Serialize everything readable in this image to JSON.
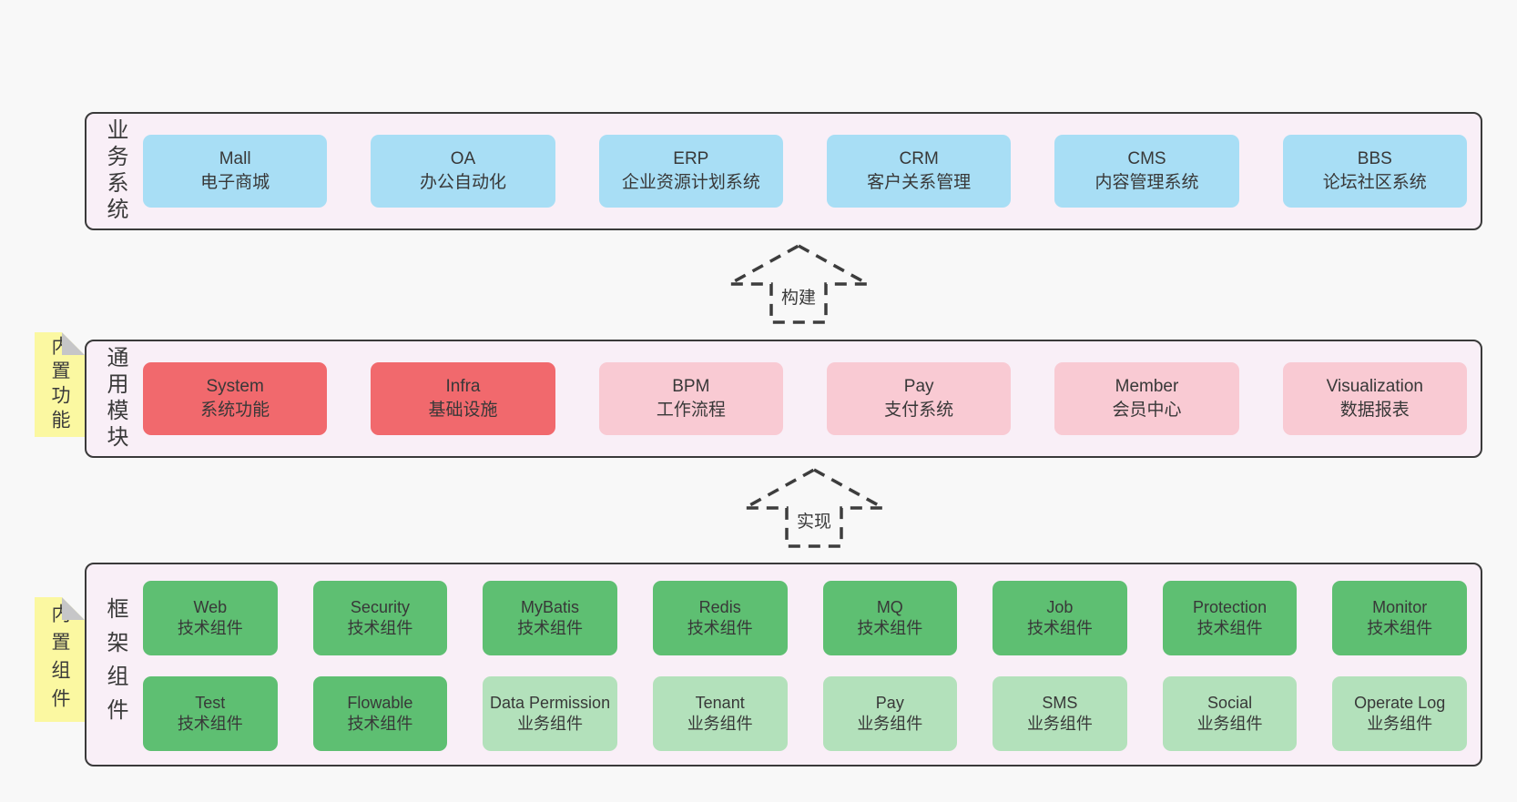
{
  "layers": {
    "business": {
      "side_label": "业务系统",
      "boxes": [
        {
          "en": "Mall",
          "zh": "电子商城"
        },
        {
          "en": "OA",
          "zh": "办公自动化"
        },
        {
          "en": "ERP",
          "zh": "企业资源计划系统"
        },
        {
          "en": "CRM",
          "zh": "客户关系管理"
        },
        {
          "en": "CMS",
          "zh": "内容管理系统"
        },
        {
          "en": "BBS",
          "zh": "论坛社区系统"
        }
      ]
    },
    "modules": {
      "side_label": "通用模块",
      "sticky_note": "内置功能",
      "boxes": [
        {
          "en": "System",
          "zh": "系统功能"
        },
        {
          "en": "Infra",
          "zh": "基础设施"
        },
        {
          "en": "BPM",
          "zh": "工作流程"
        },
        {
          "en": "Pay",
          "zh": "支付系统"
        },
        {
          "en": "Member",
          "zh": "会员中心"
        },
        {
          "en": "Visualization",
          "zh": "数据报表"
        }
      ]
    },
    "components": {
      "side_label": "框架组件",
      "sticky_note": "内置组件",
      "row1": [
        {
          "en": "Web",
          "zh": "技术组件"
        },
        {
          "en": "Security",
          "zh": "技术组件"
        },
        {
          "en": "MyBatis",
          "zh": "技术组件"
        },
        {
          "en": "Redis",
          "zh": "技术组件"
        },
        {
          "en": "MQ",
          "zh": "技术组件"
        },
        {
          "en": "Job",
          "zh": "技术组件"
        },
        {
          "en": "Protection",
          "zh": "技术组件"
        },
        {
          "en": "Monitor",
          "zh": "技术组件"
        }
      ],
      "row2": [
        {
          "en": "Test",
          "zh": "技术组件"
        },
        {
          "en": "Flowable",
          "zh": "技术组件"
        },
        {
          "en": "Data Permission",
          "zh": "业务组件"
        },
        {
          "en": "Tenant",
          "zh": "业务组件"
        },
        {
          "en": "Pay",
          "zh": "业务组件"
        },
        {
          "en": "SMS",
          "zh": "业务组件"
        },
        {
          "en": "Social",
          "zh": "业务组件"
        },
        {
          "en": "Operate Log",
          "zh": "业务组件"
        }
      ]
    }
  },
  "arrows": {
    "build": {
      "label": "构建"
    },
    "implement": {
      "label": "实现"
    }
  },
  "colors": {
    "page_bg": "#f8f8f8",
    "container_bg": "#f9eff7",
    "container_border": "#3a3a3a",
    "blue_box": "#a8def5",
    "red_box": "#f1696d",
    "pink_box": "#f9cad3",
    "green_dark_box": "#5ebf72",
    "green_light_box": "#b3e1bb",
    "sticky_note_yellow": "#fbf8a1",
    "sticky_fold_gray": "#c6c6c8"
  }
}
